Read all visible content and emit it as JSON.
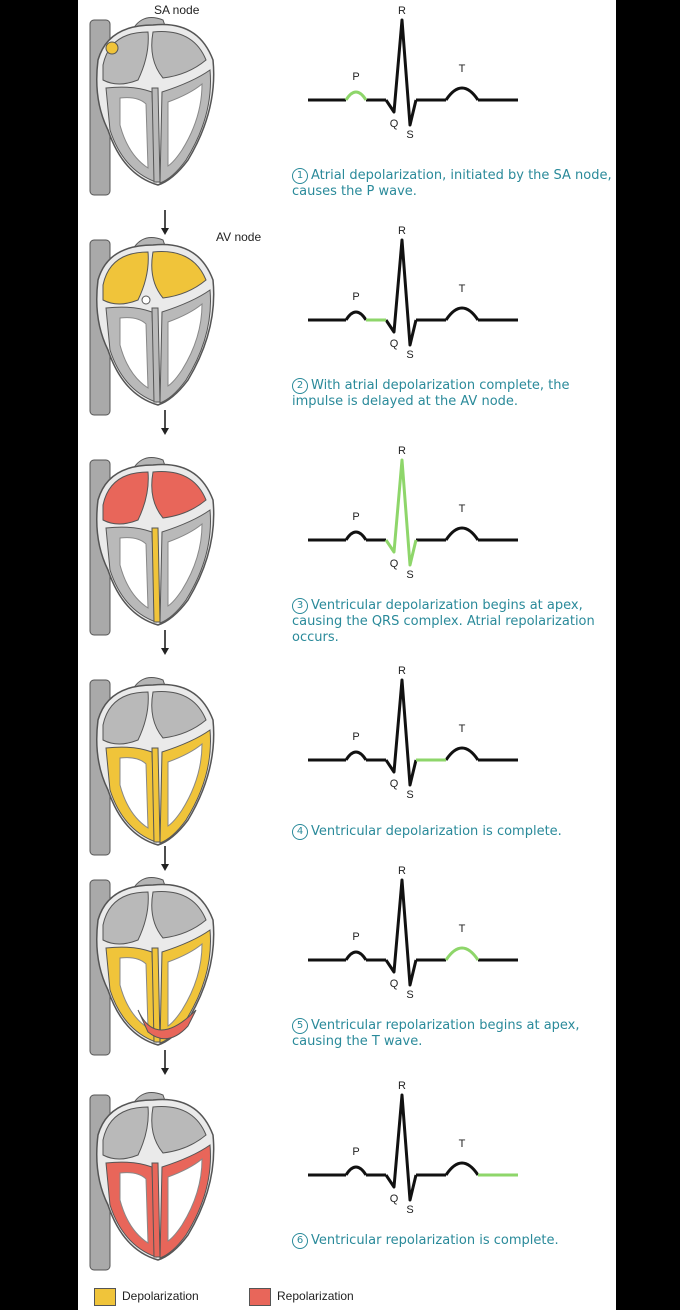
{
  "labels": {
    "sa_node": "SA node",
    "av_node": "AV node"
  },
  "ecg_labels": {
    "p": "P",
    "q": "Q",
    "r": "R",
    "s": "S",
    "t": "T"
  },
  "colors": {
    "depolarization": "#f0c43a",
    "repolarization": "#e8665a",
    "highlight": "#8ed66a",
    "caption": "#2a8a9a"
  },
  "stages": [
    {
      "num": "1",
      "text": "Atrial depolarization, initiated by the SA node, causes the P wave.",
      "highlight": "p",
      "heart": "atria-start"
    },
    {
      "num": "2",
      "text": "With atrial depolarization complete, the impulse is delayed at the AV node.",
      "highlight": "pq",
      "heart": "atria-full"
    },
    {
      "num": "3",
      "text": "Ventricular depolarization begins at apex, causing the QRS complex. Atrial repolarization occurs.",
      "highlight": "qrs",
      "heart": "qrs"
    },
    {
      "num": "4",
      "text": "Ventricular depolarization is complete.",
      "highlight": "st",
      "heart": "ventricles-full"
    },
    {
      "num": "5",
      "text": "Ventricular repolarization begins at apex, causing the T wave.",
      "highlight": "t",
      "heart": "repol-start"
    },
    {
      "num": "6",
      "text": "Ventricular repolarization is complete.",
      "highlight": "end",
      "heart": "repol-full"
    }
  ],
  "legend": [
    {
      "label": "Depolarization",
      "color": "#f0c43a"
    },
    {
      "label": "Repolarization",
      "color": "#e8665a"
    }
  ]
}
